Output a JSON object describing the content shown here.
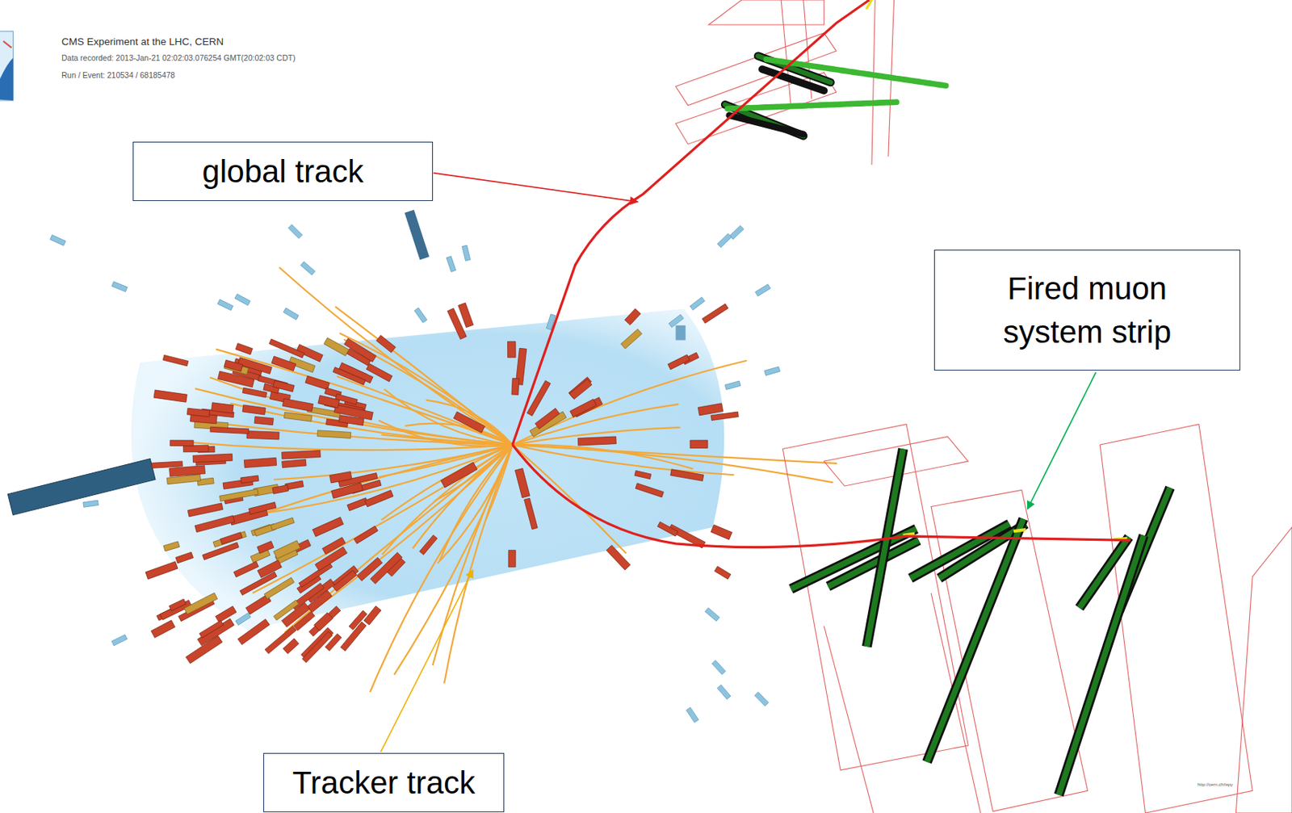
{
  "diagram": {
    "nodes": [
      {
        "text": [
          "global track"
        ]
      },
      {
        "text": [
          "Fired muon system strip"
        ]
      },
      {
        "text": [
          "Tracker track"
        ]
      }
    ],
    "labels": [
      "CMS Experiment at the LHC, CERN",
      "Data recorded: 2013-Jan-21 02:02:03.076254 GMT(20:02:03 CDT)",
      "Run / Event: 210534 / 68185478",
      "http://cern.ch/ispy"
    ]
  }
}
